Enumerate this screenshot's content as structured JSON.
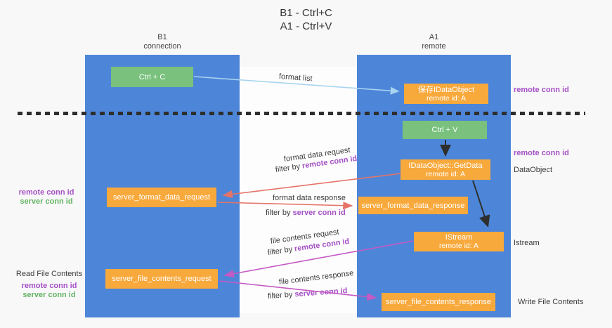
{
  "title": {
    "line1": "B1 - Ctrl+C",
    "line2": "A1 - Ctrl+V"
  },
  "columns": {
    "left": {
      "name": "B1",
      "subtitle": "connection"
    },
    "right": {
      "name": "A1",
      "subtitle": "remote"
    }
  },
  "nodes": {
    "ctrl_c": {
      "label": "Ctrl + C"
    },
    "ctrl_v": {
      "label": "Ctrl + V"
    },
    "save_dataobject": {
      "line1": "保存IDataObject",
      "line2": "remote id: A"
    },
    "getdata": {
      "line1": "IDataObject::GetData",
      "line2": "remote id: A"
    },
    "istream": {
      "line1": "IStream",
      "line2": "remote id: A"
    },
    "format_request": {
      "label": "server_format_data_request"
    },
    "format_response": {
      "label": "server_format_data_response"
    },
    "file_request": {
      "label": "server_file_contents_request"
    },
    "file_response": {
      "label": "server_file_contents_response"
    }
  },
  "edge_labels": {
    "format_list": "format list",
    "format_data_request": "format data request",
    "format_data_response": "format data response",
    "file_contents_request": "file contents request",
    "file_contents_response": "file contents response",
    "filter_by": "filter by",
    "remote_conn_id": "remote conn id",
    "server_conn_id": "server conn id"
  },
  "annotations": {
    "remote_conn_id_top_right": "remote conn id",
    "remote_conn_id_mid_right": "remote conn id",
    "dataobject": "DataObject",
    "istream": "Istream",
    "write_file_contents": "Write File Contents",
    "remote_conn_id_left_1": "remote conn id",
    "server_conn_id_left_1": "server conn id",
    "read_file_contents": "Read File Contents",
    "remote_conn_id_left_2": "remote conn id",
    "server_conn_id_left_2": "server conn id"
  },
  "colors": {
    "column_blue": "#4d86d8",
    "node_green": "#79c17d",
    "node_orange": "#f8a93c",
    "arrow_light_blue": "#a9d4f0",
    "arrow_red": "#e57368",
    "arrow_magenta": "#c45ac4",
    "arrow_black": "#2e2e2e",
    "text_purple": "#a551c5",
    "text_green": "#64b464"
  }
}
